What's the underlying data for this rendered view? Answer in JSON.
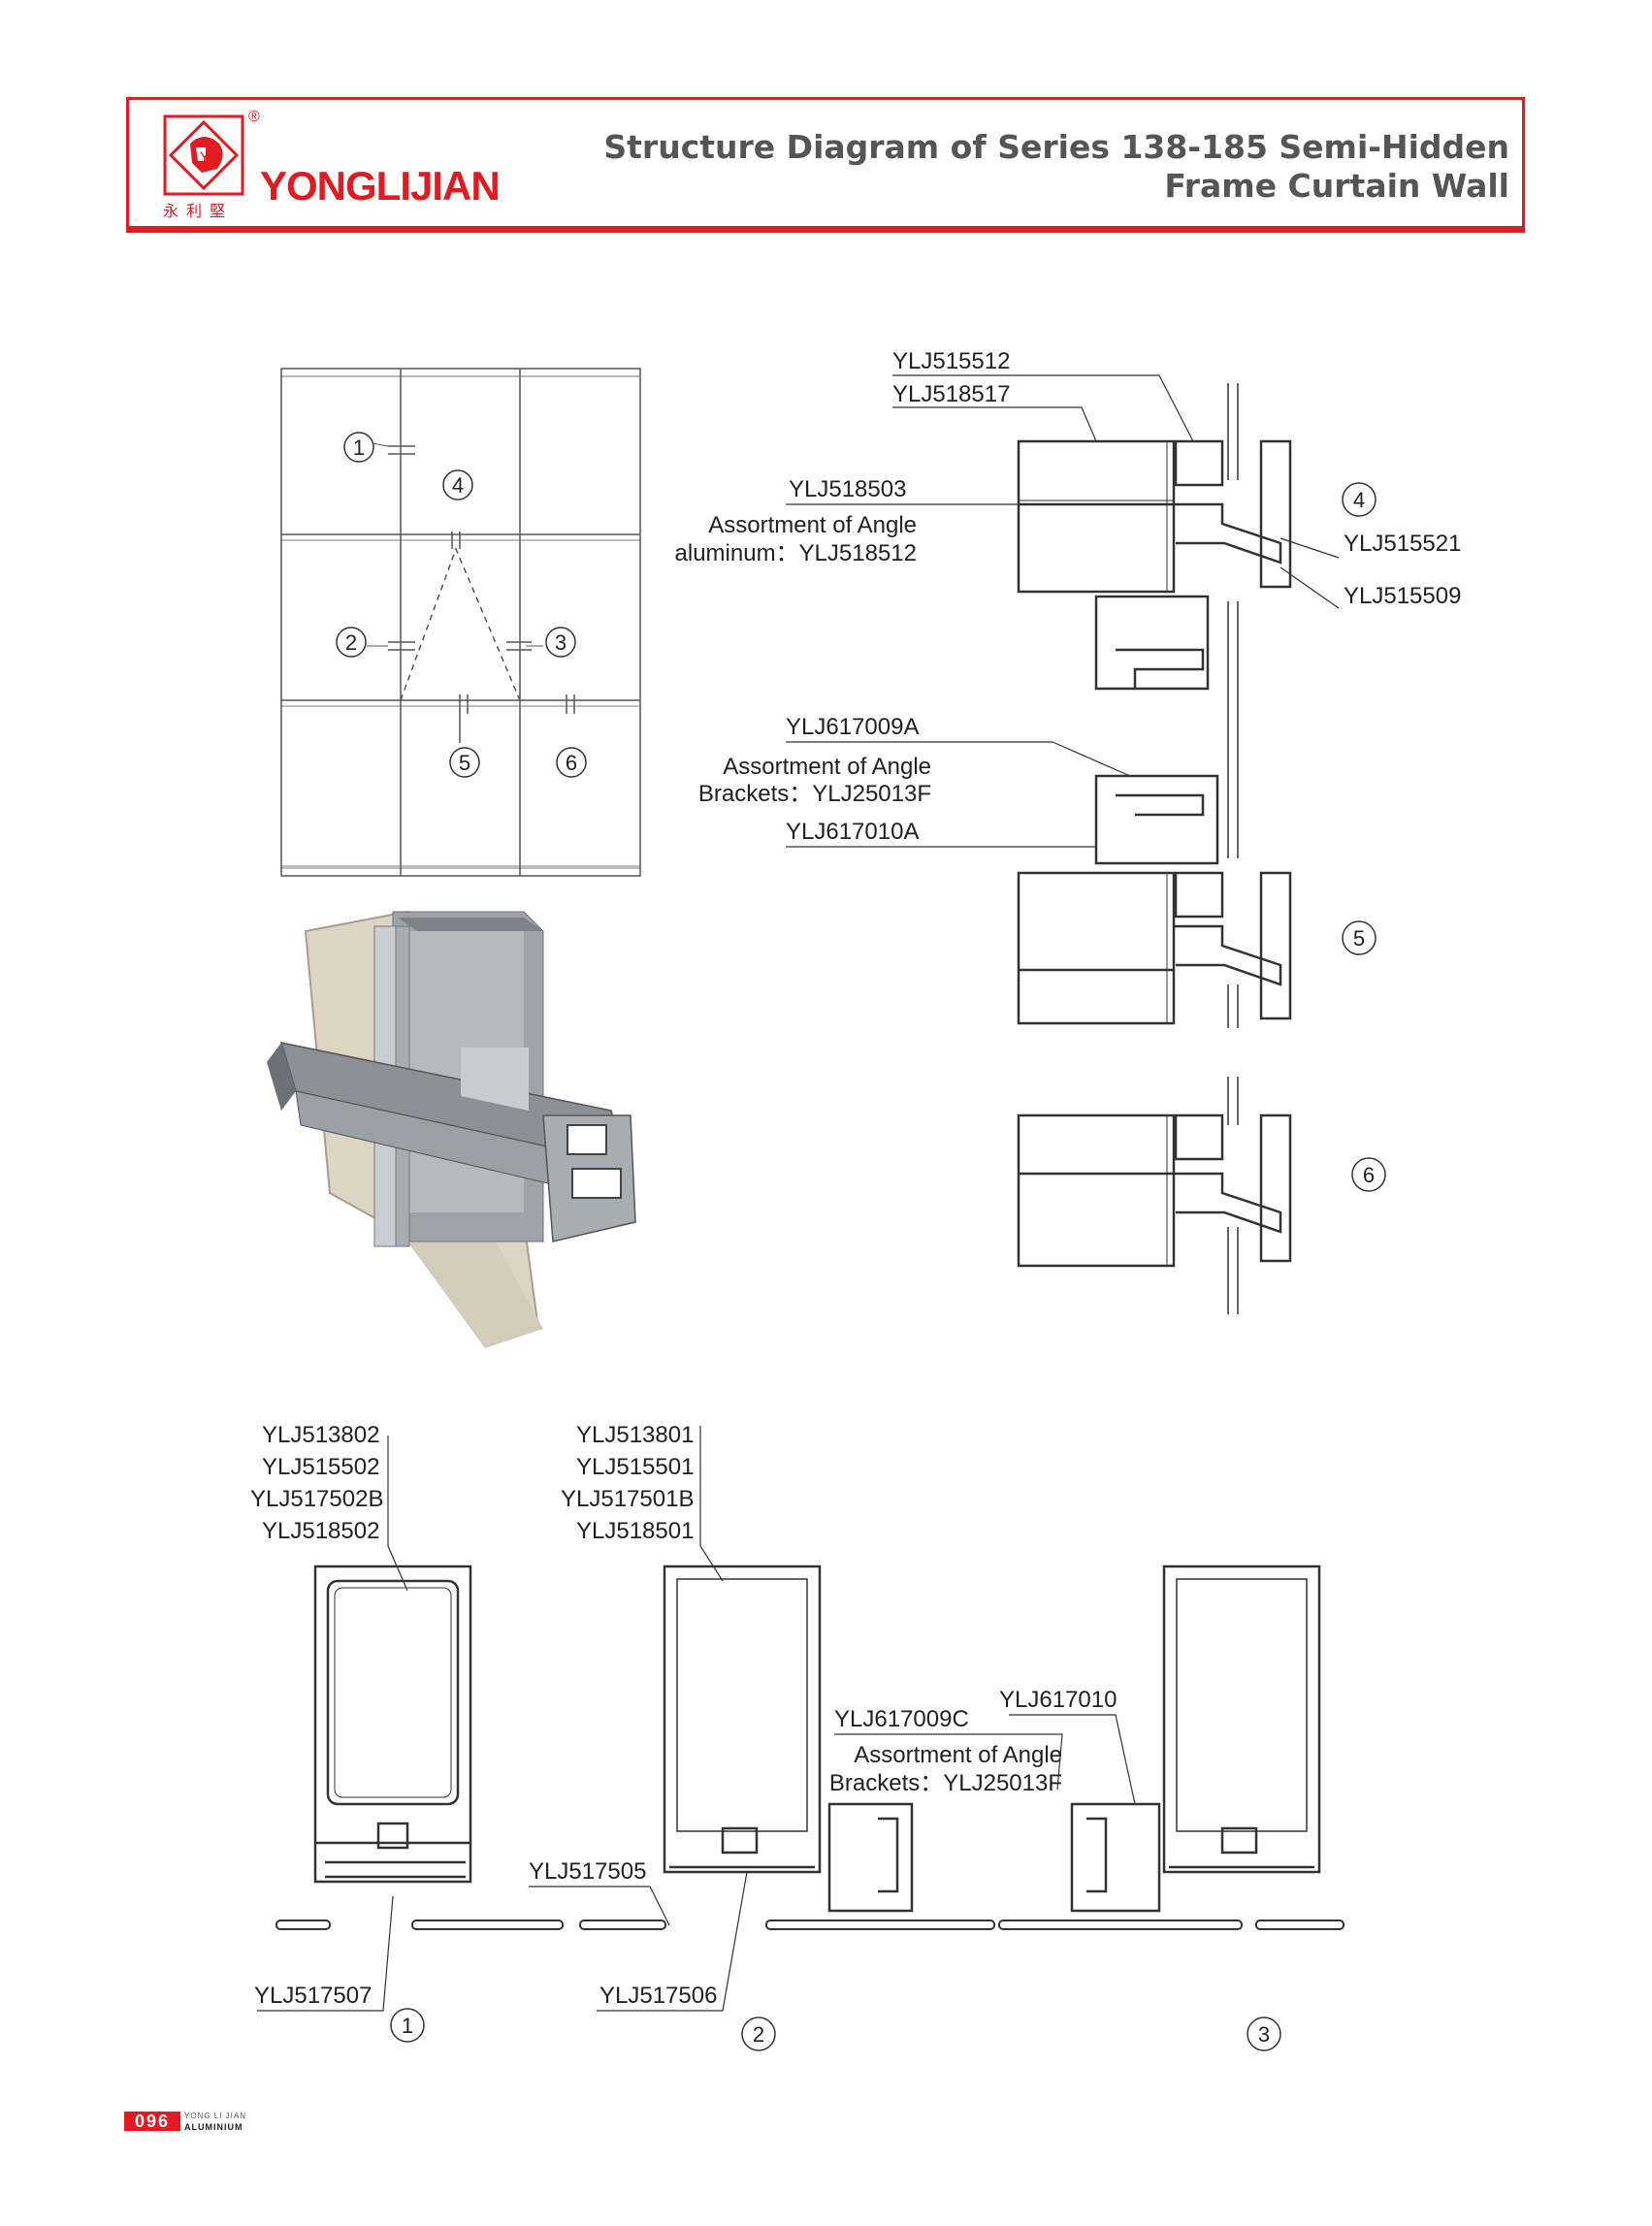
{
  "header": {
    "brand": "YONGLIJIAN",
    "registered_mark": "®",
    "logo_cjk": "永利堅",
    "title_line1": "Structure Diagram of Series 138-185 Semi-Hidden",
    "title_line2": "Frame Curtain Wall",
    "accent_color": "#e01b22"
  },
  "elevation": {
    "markers": [
      "1",
      "2",
      "3",
      "4",
      "5",
      "6"
    ]
  },
  "vertical_section": {
    "labels": {
      "ylj515512": "YLJ515512",
      "ylj518517": "YLJ518517",
      "ylj518503": "YLJ518503",
      "angle_aluminum_1": "Assortment of Angle",
      "angle_aluminum_2": "aluminum：YLJ518512",
      "ylj515521": "YLJ515521",
      "ylj515509": "YLJ515509",
      "ylj617009a": "YLJ617009A",
      "angle_brackets_1": "Assortment of Angle",
      "angle_brackets_2": "Brackets：YLJ25013F",
      "ylj617010a": "YLJ617010A"
    },
    "markers": [
      "4",
      "5",
      "6"
    ]
  },
  "horizontal_section": {
    "labels": {
      "ylj513802": "YLJ513802",
      "ylj515502": "YLJ515502",
      "ylj517502b": "YLJ517502B",
      "ylj518502": "YLJ518502",
      "ylj513801": "YLJ513801",
      "ylj515501": "YLJ515501",
      "ylj517501b": "YLJ517501B",
      "ylj518501": "YLJ518501",
      "ylj617009c": "YLJ617009C",
      "ylj617010": "YLJ617010",
      "angle_brackets_1": "Assortment of Angle",
      "angle_brackets_2": "Brackets：YLJ25013F",
      "ylj517505": "YLJ517505",
      "ylj517507": "YLJ517507",
      "ylj517506": "YLJ517506"
    },
    "markers": [
      "1",
      "2",
      "3"
    ]
  },
  "footer": {
    "page_number": "096",
    "brand_small": "YONG LI JIAN",
    "aluminium": "ALUMINIUM"
  }
}
